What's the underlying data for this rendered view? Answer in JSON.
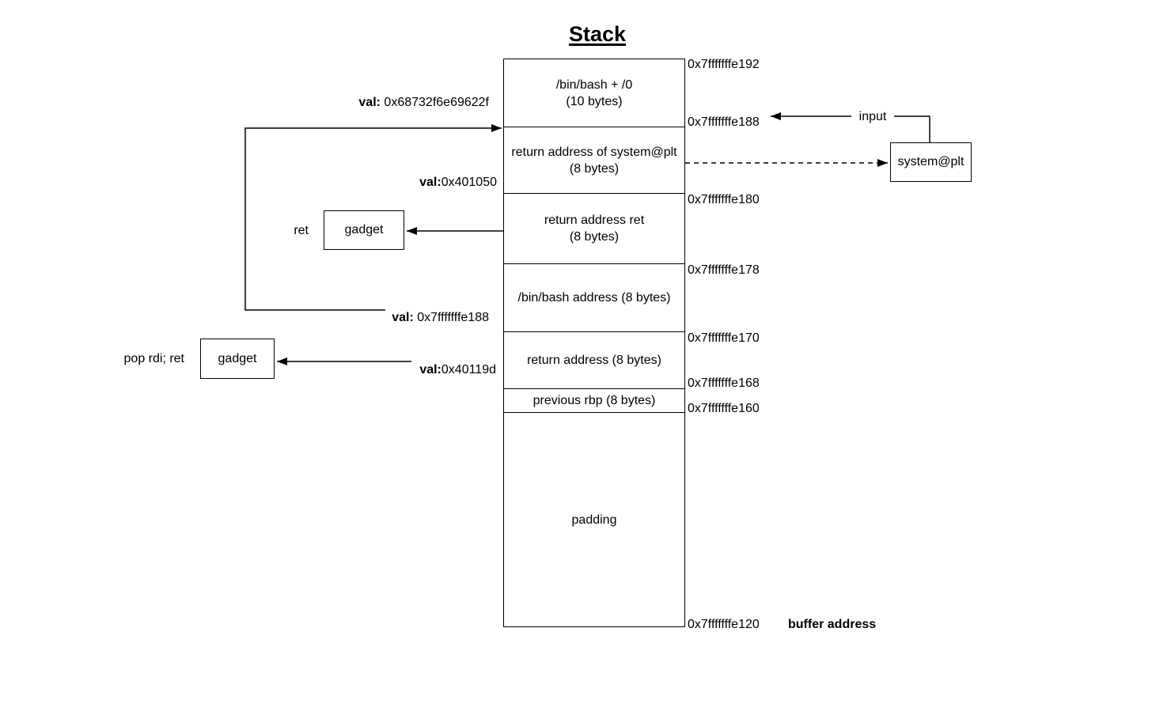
{
  "title": "Stack",
  "stack": {
    "cells": [
      {
        "line1": "/bin/bash + /0",
        "line2": "(10 bytes)"
      },
      {
        "line1": "return address of system@plt",
        "line2": "(8 bytes)"
      },
      {
        "line1": "return address ret",
        "line2": "(8 bytes)"
      },
      {
        "line1": "/bin/bash address (8 bytes)"
      },
      {
        "line1": "return address (8 bytes)"
      },
      {
        "line1": "previous rbp (8 bytes)"
      },
      {
        "line1": "padding"
      }
    ],
    "addresses": [
      "0x7fffffffe192",
      "0x7fffffffe188",
      "0x7fffffffe180",
      "0x7fffffffe178",
      "0x7fffffffe170",
      "0x7fffffffe168",
      "0x7fffffffe160",
      "0x7fffffffe120"
    ],
    "buffer_address_label": "buffer address"
  },
  "value_labels": [
    {
      "prefix": "val:",
      "value": " 0x68732f6e69622f"
    },
    {
      "prefix": "val:",
      "value": "0x401050"
    },
    {
      "prefix": "val:",
      "value": " 0x7fffffffe188"
    },
    {
      "prefix": "val:",
      "value": "0x40119d"
    }
  ],
  "gadgets": [
    {
      "box_label": "gadget",
      "side_label": "ret"
    },
    {
      "box_label": "gadget",
      "side_label": "pop rdi; ret"
    }
  ],
  "plt_box": {
    "label": "system@plt"
  },
  "input_label": "input",
  "colors": {
    "line": "#000000",
    "background": "#ffffff",
    "text": "#000000"
  }
}
